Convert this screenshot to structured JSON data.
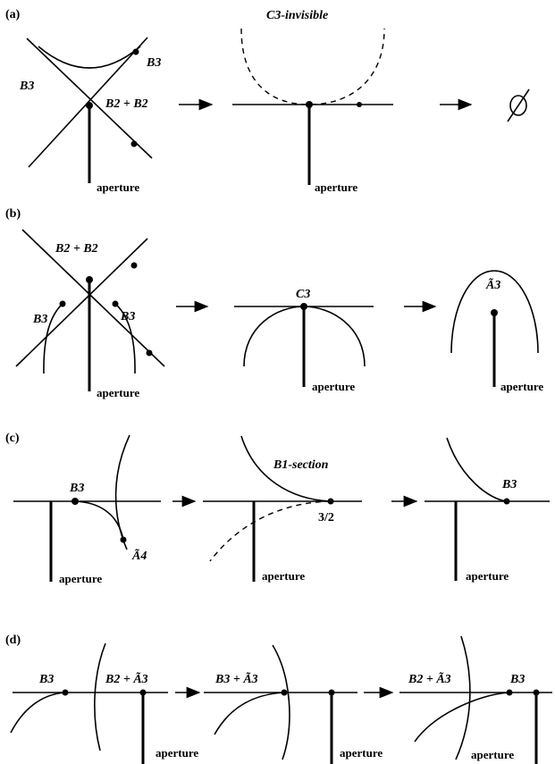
{
  "panels": {
    "a": {
      "tag": "(a)",
      "left": {
        "top_label": "B3",
        "right_label": "B3",
        "center_label": "B2 + B2",
        "aperture": "aperture"
      },
      "middle": {
        "top_label": "C3-invisible",
        "aperture": "aperture"
      }
    },
    "b": {
      "tag": "(b)",
      "left": {
        "top_label": "B2 + B2",
        "left_label": "B3",
        "right_label": "B3",
        "aperture": "aperture"
      },
      "middle": {
        "top_label": "C3",
        "aperture": "aperture"
      },
      "right": {
        "top_label": "Ã3",
        "aperture": "aperture"
      }
    },
    "c": {
      "tag": "(c)",
      "left": {
        "top_label": "B3",
        "bottom_label": "Ã4",
        "aperture": "aperture"
      },
      "middle": {
        "top_label": "B1-section",
        "point_label": "3/2",
        "aperture": "aperture"
      },
      "right": {
        "top_label": "B3",
        "aperture": "aperture"
      }
    },
    "d": {
      "tag": "(d)",
      "left": {
        "left_label": "B3",
        "right_label": "B2 + Ã3",
        "aperture": "aperture"
      },
      "middle": {
        "top_label": "B3 + Ã3",
        "aperture": "aperture"
      },
      "right": {
        "left_label": "B2 + Ã3",
        "right_label": "B3",
        "aperture": "aperture"
      }
    }
  }
}
